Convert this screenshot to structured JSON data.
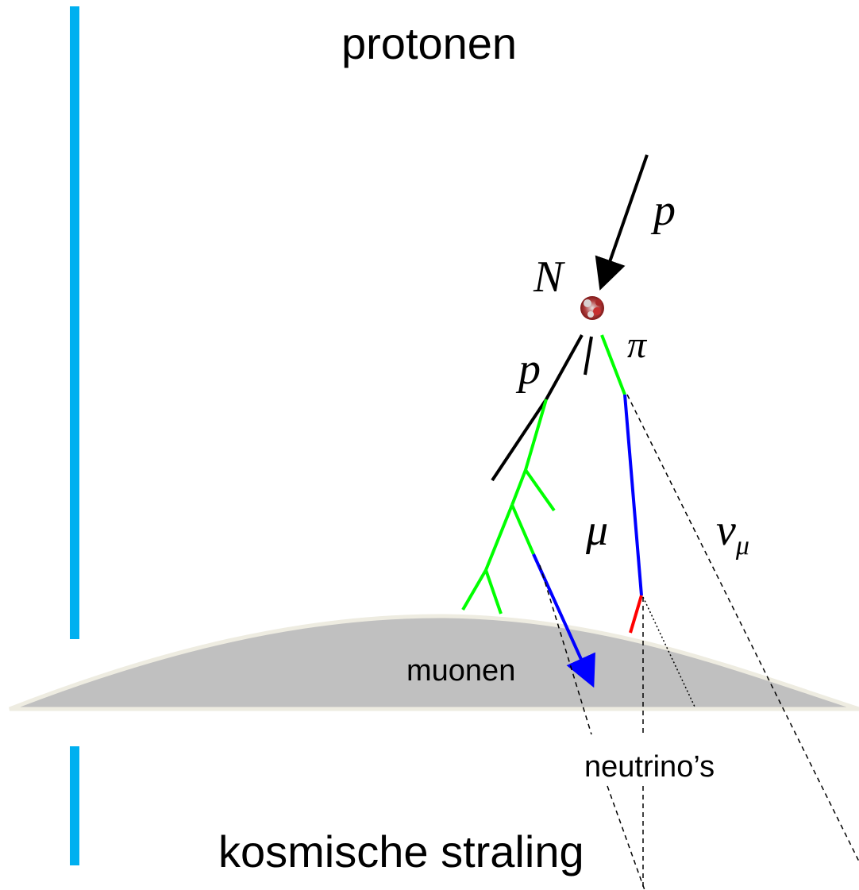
{
  "title": "protonen",
  "subtitle": "kosmische straling",
  "labels": {
    "incoming_proton": "p",
    "nucleus": "N",
    "pion": "π",
    "secondary_proton": "p",
    "muon": "μ",
    "muon_neutrino": "ν",
    "muon_neutrino_sub": "μ",
    "muons": "muonen",
    "neutrinos": "neutrino’s"
  },
  "colors": {
    "accent_bar": "#00b0f0",
    "earth": "#c0c0c0",
    "earth_rim": "#eeece1",
    "pion_track": "#00ff00",
    "muon_track": "#0000ff",
    "decay_track": "#ff0000",
    "proton_track": "#000000"
  }
}
